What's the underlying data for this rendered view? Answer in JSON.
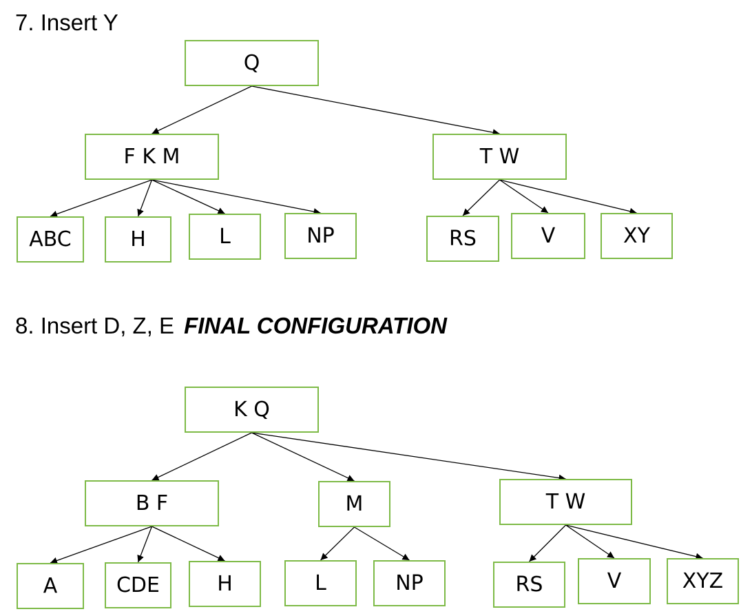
{
  "headings": {
    "step7": "7. Insert Y",
    "step8_prefix": "8. Insert D, Z, E",
    "step8_emphasis": "FINAL CONFIGURATION"
  },
  "colors": {
    "node_border": "#7dba46",
    "edge": "#000000",
    "text": "#000000"
  },
  "trees": [
    {
      "id": "step7",
      "nodes": [
        {
          "id": "q",
          "label": "Q"
        },
        {
          "id": "fkm",
          "label": "F K M"
        },
        {
          "id": "tw",
          "label": "T W"
        },
        {
          "id": "abc",
          "label": "ABC"
        },
        {
          "id": "h",
          "label": "H"
        },
        {
          "id": "l",
          "label": "L"
        },
        {
          "id": "np",
          "label": "NP"
        },
        {
          "id": "rs",
          "label": "RS"
        },
        {
          "id": "v",
          "label": "V"
        },
        {
          "id": "xy",
          "label": "XY"
        }
      ],
      "edges": [
        [
          "q",
          "fkm"
        ],
        [
          "q",
          "tw"
        ],
        [
          "fkm",
          "abc"
        ],
        [
          "fkm",
          "h"
        ],
        [
          "fkm",
          "l"
        ],
        [
          "fkm",
          "np"
        ],
        [
          "tw",
          "rs"
        ],
        [
          "tw",
          "v"
        ],
        [
          "tw",
          "xy"
        ]
      ]
    },
    {
      "id": "step8",
      "nodes": [
        {
          "id": "kq",
          "label": "K Q"
        },
        {
          "id": "bf",
          "label": "B F"
        },
        {
          "id": "m",
          "label": "M"
        },
        {
          "id": "tw",
          "label": "T W"
        },
        {
          "id": "a",
          "label": "A"
        },
        {
          "id": "cde",
          "label": "CDE"
        },
        {
          "id": "h",
          "label": "H"
        },
        {
          "id": "l",
          "label": "L"
        },
        {
          "id": "np",
          "label": "NP"
        },
        {
          "id": "rs",
          "label": "RS"
        },
        {
          "id": "v",
          "label": "V"
        },
        {
          "id": "xyz",
          "label": "XYZ"
        }
      ],
      "edges": [
        [
          "kq",
          "bf"
        ],
        [
          "kq",
          "m"
        ],
        [
          "kq",
          "tw"
        ],
        [
          "bf",
          "a"
        ],
        [
          "bf",
          "cde"
        ],
        [
          "bf",
          "h"
        ],
        [
          "m",
          "l"
        ],
        [
          "m",
          "np"
        ],
        [
          "tw",
          "rs"
        ],
        [
          "tw",
          "v"
        ],
        [
          "tw",
          "xyz"
        ]
      ]
    }
  ]
}
